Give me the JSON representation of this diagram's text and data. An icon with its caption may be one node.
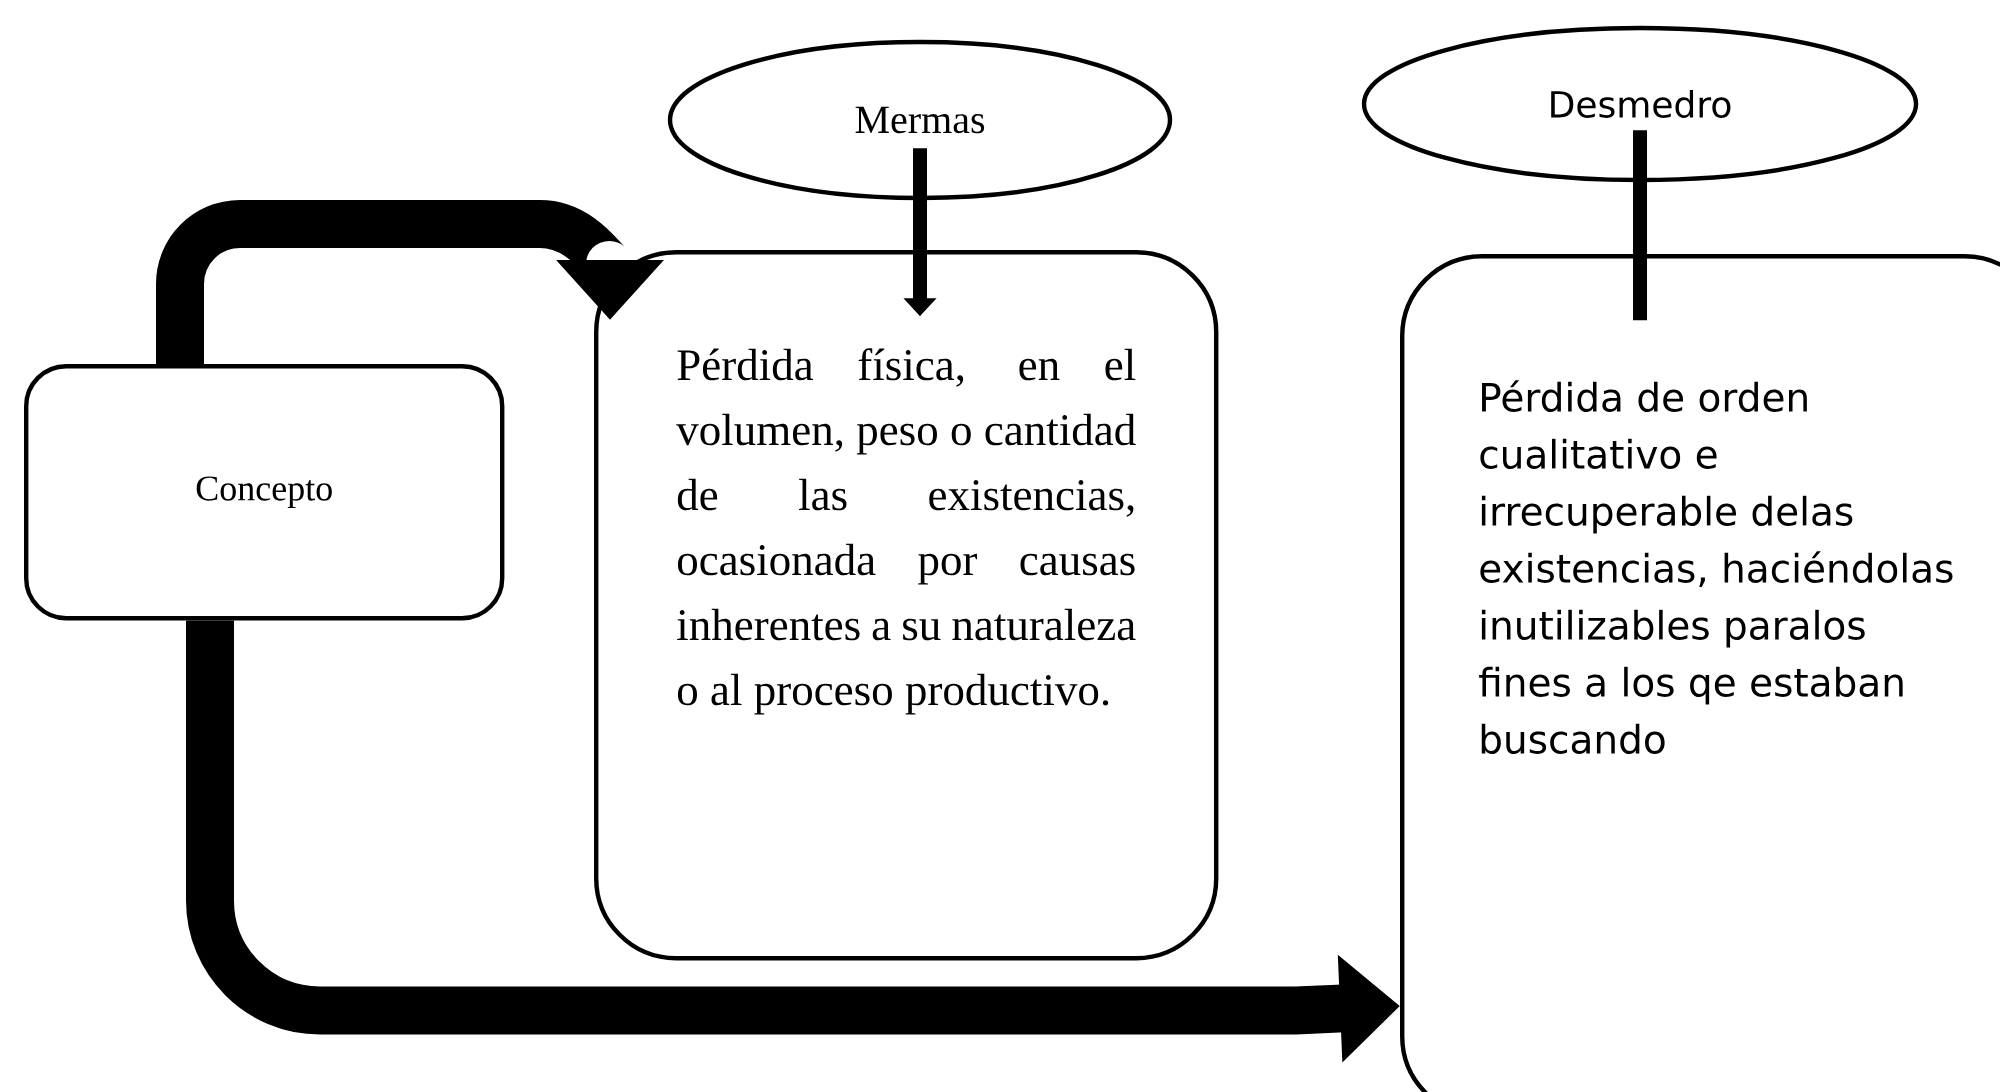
{
  "diagram": {
    "nodes": [
      {
        "text": [
          "Concepto"
        ]
      },
      {
        "text": [
          "Mermas"
        ]
      },
      {
        "text": [
          "Pérdida física, en el volumen, peso o cantidad de las existencias, ocasionada por causas inherentes a su naturaleza o al proceso productivo."
        ]
      },
      {
        "text": [
          "Desmedro"
        ]
      },
      {
        "text": [
          "Pérdida de orden cualitativo e irrecuperable delas existencias, haciéndolas inutilizables paralos fines a los qe estaban buscando"
        ]
      }
    ],
    "edges": [
      {
        "from": 0,
        "to": 2,
        "arrow": "to",
        "style": "thick"
      },
      {
        "from": 1,
        "to": 2,
        "arrow": "to"
      },
      {
        "from": 0,
        "to": 4,
        "arrow": "to",
        "style": "thick"
      },
      {
        "from": 3,
        "to": 4,
        "arrow": "none"
      }
    ]
  }
}
